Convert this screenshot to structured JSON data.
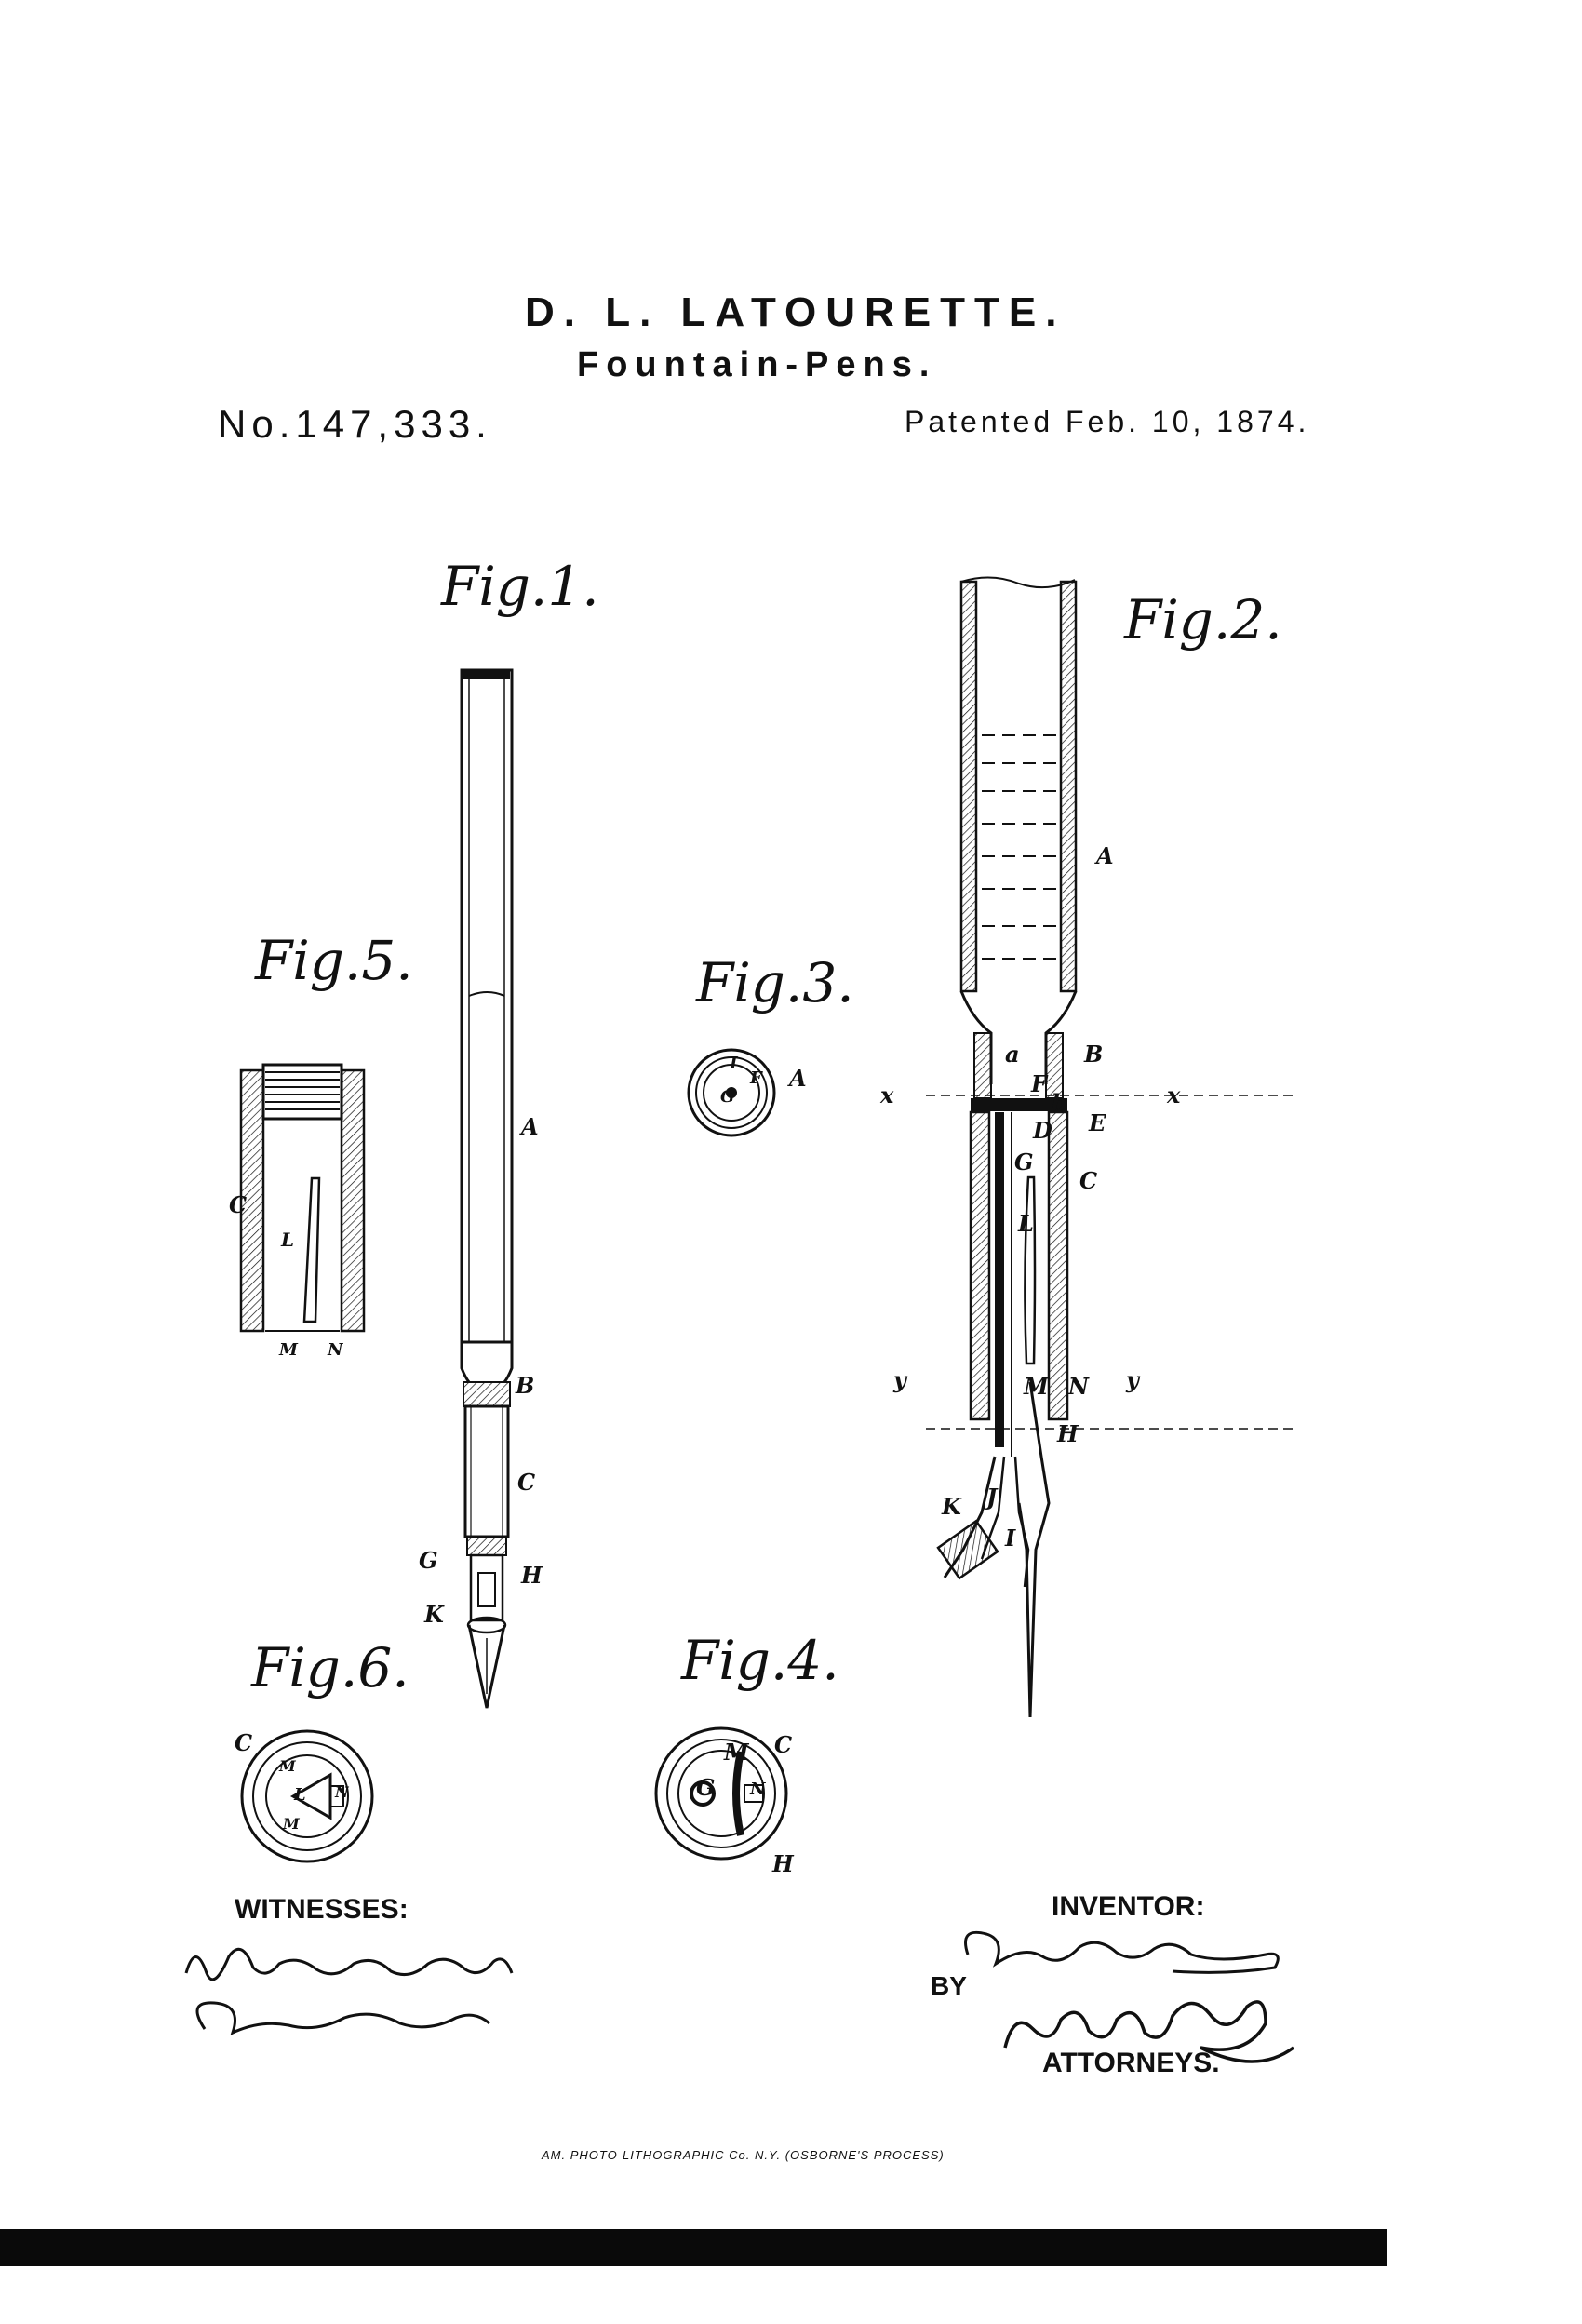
{
  "header": {
    "inventor_name": "D. L. LATOURETTE.",
    "title": "Fountain-Pens.",
    "patent_number": "No.147,333.",
    "patent_date": "Patented Feb. 10, 1874."
  },
  "figures": {
    "fig1": {
      "label": "Fig.1.",
      "parts": {
        "A": "A",
        "B": "B",
        "C": "C",
        "G": "G",
        "H": "H",
        "K": "K"
      }
    },
    "fig2": {
      "label": "Fig.2.",
      "parts": {
        "A": "A",
        "B": "B",
        "a": "a",
        "F": "F",
        "b": "b",
        "D": "D",
        "E": "E",
        "G": "G",
        "C": "C",
        "L": "L",
        "M": "M",
        "N": "N",
        "H": "H",
        "K": "K",
        "J": "J",
        "I": "I",
        "x1": "x",
        "x2": "x",
        "y1": "y",
        "y2": "y"
      }
    },
    "fig3": {
      "label": "Fig.3.",
      "parts": {
        "I": "I",
        "G": "G",
        "F": "F",
        "A": "A"
      }
    },
    "fig4": {
      "label": "Fig.4.",
      "parts": {
        "C": "C",
        "M": "M",
        "G": "G",
        "N": "N",
        "H": "H"
      }
    },
    "fig5": {
      "label": "Fig.5.",
      "parts": {
        "C": "C",
        "L": "L",
        "M": "M",
        "N": "N"
      }
    },
    "fig6": {
      "label": "Fig.6.",
      "parts": {
        "C": "C",
        "M1": "M",
        "L": "L",
        "N": "N",
        "M2": "M"
      }
    }
  },
  "footer": {
    "witnesses_label": "WITNESSES:",
    "inventor_label": "INVENTOR:",
    "by_label": "BY",
    "attorneys_label": "ATTORNEYS.",
    "imprint": "AM. PHOTO-LITHOGRAPHIC Co. N.Y. (OSBORNE'S PROCESS)",
    "signatures": {
      "witness_1": "A Bennecendorf.",
      "witness_2": "C Sedgwick",
      "inventor": "D. L. Latourette",
      "attorneys": "Munn & Co"
    }
  },
  "colors": {
    "ink": "#111111",
    "paper": "#ffffff"
  }
}
